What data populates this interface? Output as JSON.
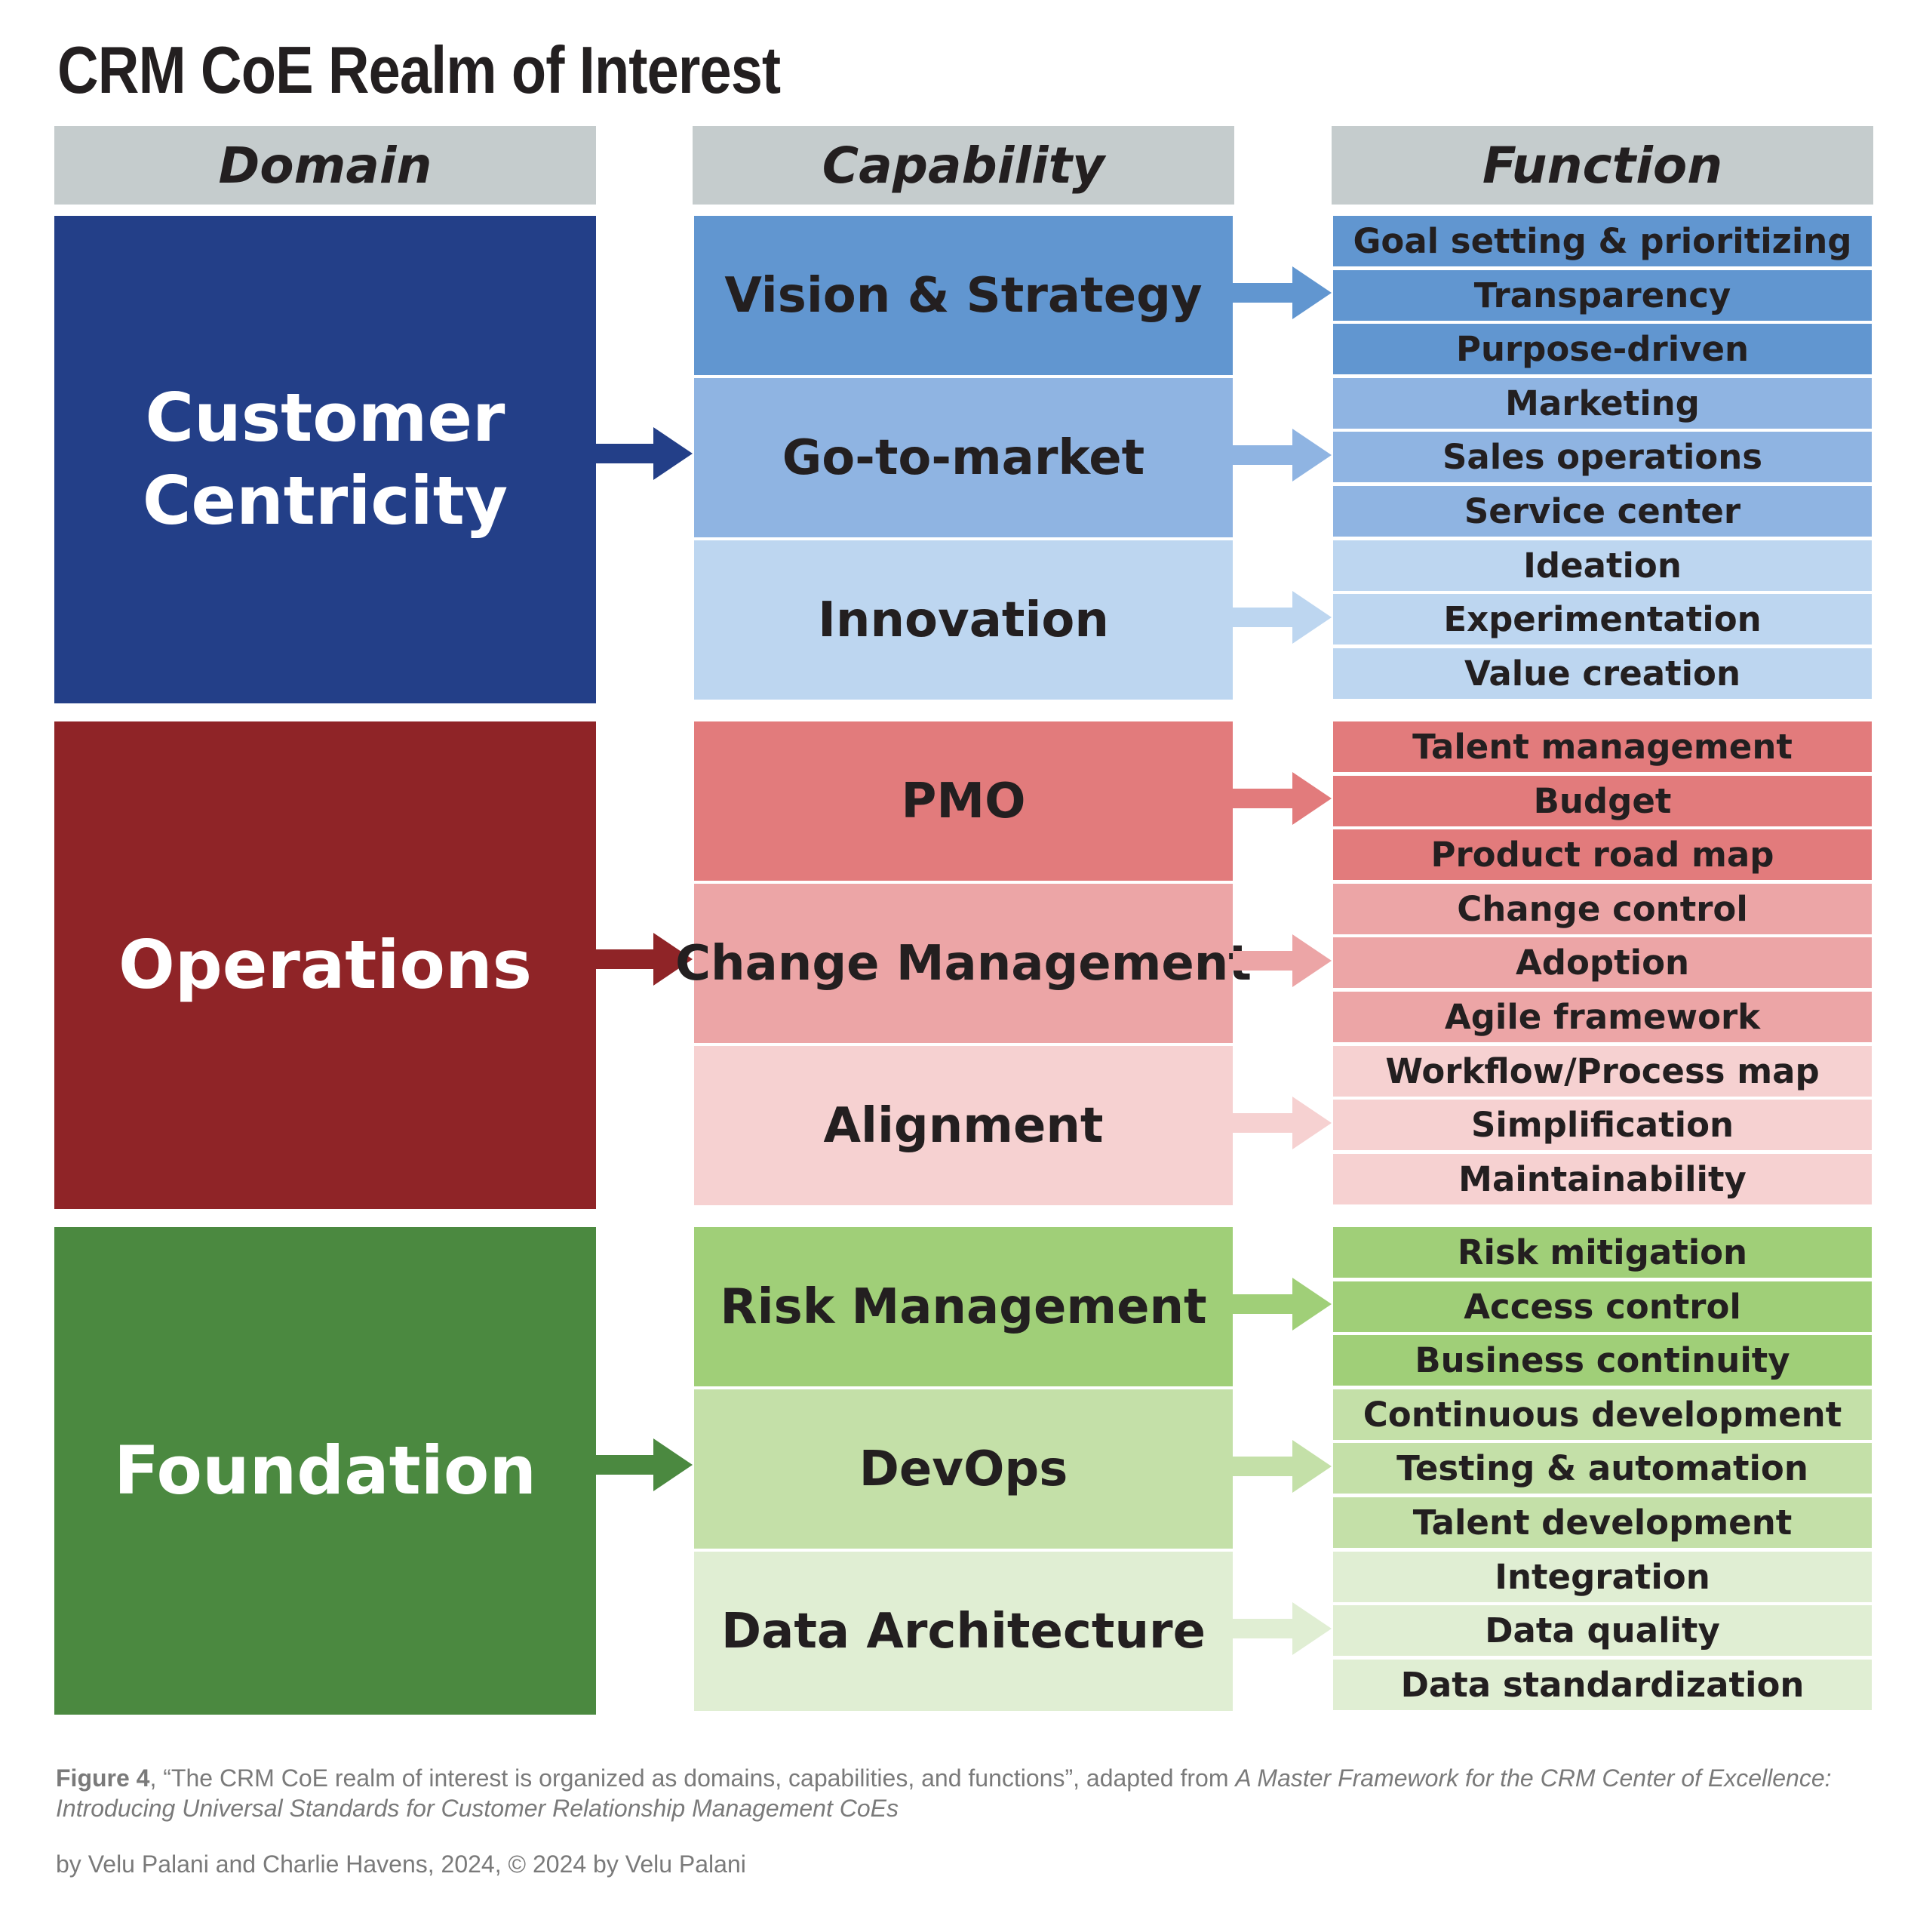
{
  "title": "CRM CoE Realm of Interest",
  "headers": {
    "domain": "Domain",
    "capability": "Capability",
    "function": "Function"
  },
  "groups": [
    {
      "domain": "Customer\nCentricity",
      "colors": {
        "domain": "#233f88",
        "shades": [
          "#6196d0",
          "#8fb4e2",
          "#bdd6f0"
        ]
      },
      "capabilities": [
        {
          "name": "Vision & Strategy",
          "functions": [
            "Goal setting & prioritizing",
            "Transparency",
            "Purpose-driven"
          ]
        },
        {
          "name": "Go-to-market",
          "functions": [
            "Marketing",
            "Sales operations",
            "Service center"
          ]
        },
        {
          "name": "Innovation",
          "functions": [
            "Ideation",
            "Experimentation",
            "Value creation"
          ]
        }
      ]
    },
    {
      "domain": "Operations",
      "colors": {
        "domain": "#8f2427",
        "shades": [
          "#e27b7c",
          "#eca5a6",
          "#f6d1d1"
        ]
      },
      "capabilities": [
        {
          "name": "PMO",
          "functions": [
            "Talent management",
            "Budget",
            "Product road map"
          ]
        },
        {
          "name": "Change Management",
          "functions": [
            "Change control",
            "Adoption",
            "Agile framework"
          ]
        },
        {
          "name": "Alignment",
          "functions": [
            "Workflow/Process map",
            "Simplification",
            "Maintainability"
          ]
        }
      ]
    },
    {
      "domain": "Foundation",
      "colors": {
        "domain": "#4b8940",
        "shades": [
          "#a0cf78",
          "#c4e0a8",
          "#e0eed3"
        ]
      },
      "capabilities": [
        {
          "name": "Risk Management",
          "functions": [
            "Risk mitigation",
            "Access control",
            "Business continuity"
          ]
        },
        {
          "name": "DevOps",
          "functions": [
            "Continuous development",
            "Testing & automation",
            "Talent development"
          ]
        },
        {
          "name": "Data Architecture",
          "functions": [
            "Integration",
            "Data quality",
            "Data standardization"
          ]
        }
      ]
    }
  ],
  "caption": {
    "figure_label": "Figure 4",
    "quote": ", “The CRM CoE realm of interest is organized as domains, capabilities, and functions”, adapted from ",
    "source_title": "A Master Framework for the CRM Center of Excellence: Introducing Universal Standards for Customer Relationship Management CoEs",
    "byline": "by Velu Palani and Charlie Havens, 2024, © 2024 by Velu Palani"
  }
}
